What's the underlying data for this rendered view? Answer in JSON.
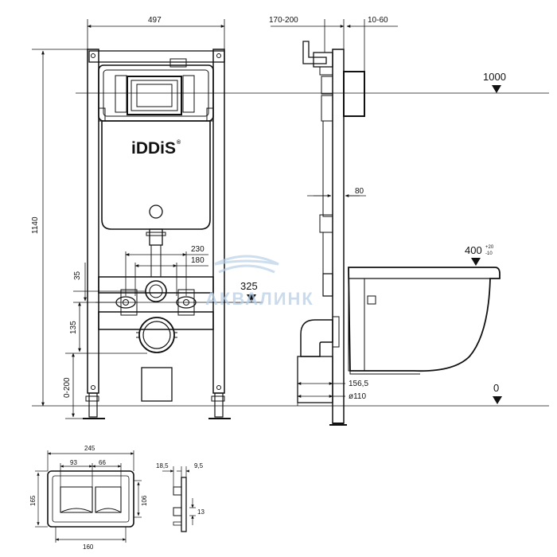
{
  "brand": {
    "logo_text": "iDDiS",
    "registered_mark": "®"
  },
  "watermark": {
    "text": "АКВАЛИНК"
  },
  "dimensions": {
    "frame_width": "497",
    "depth_range": "170-200",
    "wall_gap": "10-60",
    "height_total": "1140",
    "level_top": "1000",
    "pipe_offset": "80",
    "inlet_230": "230",
    "inlet_180": "180",
    "inlet_35": "35",
    "inlet_135": "135",
    "foot_range": "0-200",
    "level_325": "325",
    "level_400": "400",
    "tol_plus": "+20",
    "tol_minus": "-10",
    "drain_offset": "156,5",
    "drain_diameter": "ø110",
    "level_zero": "0"
  },
  "flush_plate": {
    "width": "245",
    "button_left": "93",
    "button_right": "66",
    "height": "165",
    "inner_height": "106",
    "bottom_width": "160",
    "side_depth": "18,5",
    "side_thin": "9,5",
    "side_13": "13"
  }
}
